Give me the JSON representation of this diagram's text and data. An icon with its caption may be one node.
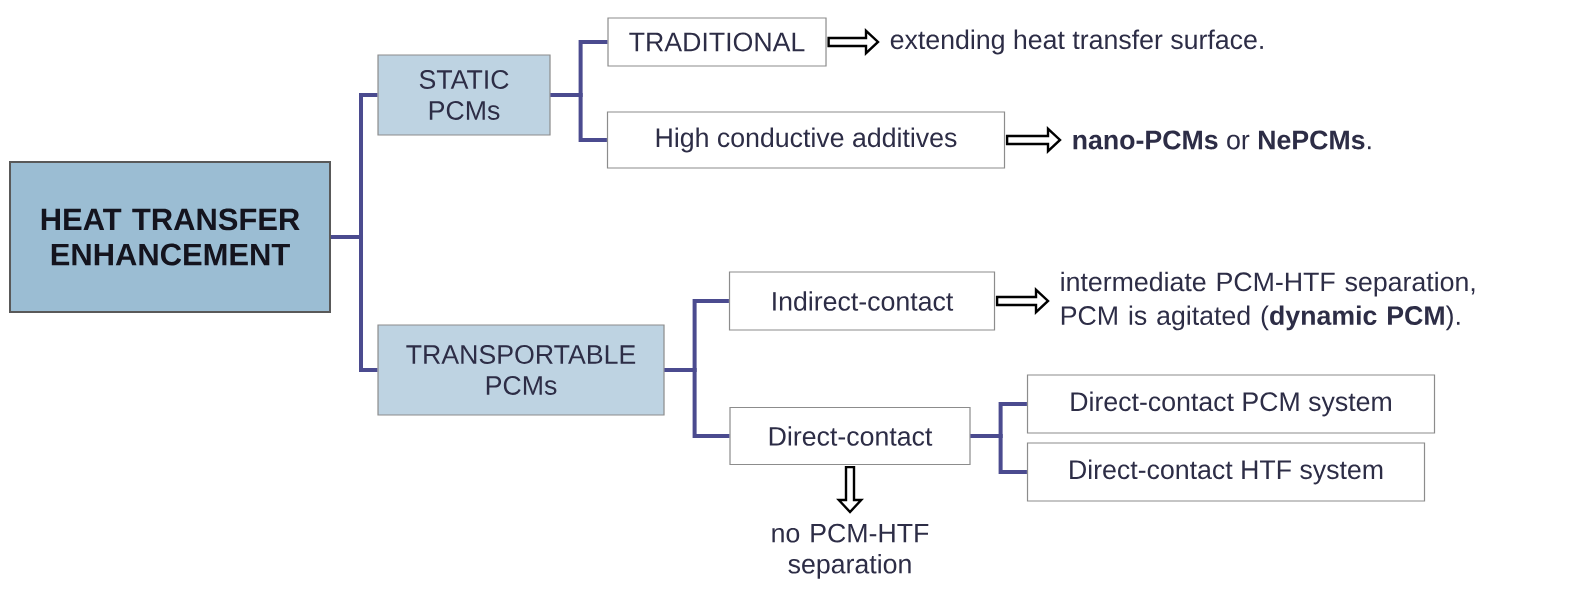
{
  "diagram": {
    "nodes": [
      {
        "text": [
          "HEAT TRANSFER ENHANCEMENT"
        ]
      },
      {
        "text": [
          "STATIC PCMs"
        ]
      },
      {
        "text": [
          "TRADITIONAL"
        ]
      },
      {
        "text": [
          "High conductive additives"
        ]
      },
      {
        "text": [
          "TRANSPORTABLE PCMs"
        ]
      },
      {
        "text": [
          "Indirect-contact"
        ]
      },
      {
        "text": [
          "Direct-contact"
        ]
      },
      {
        "text": [
          "Direct-contact PCM system"
        ]
      },
      {
        "text": [
          "Direct-contact HTF system"
        ]
      },
      {
        "text": [
          "extending heat transfer surface."
        ]
      },
      {
        "text": [
          "**nano-PCMs** or **NePCMs**."
        ]
      },
      {
        "text": [
          "intermediate PCM-HTF separation, PCM is agitated (**dynamic PCM**)."
        ]
      },
      {
        "text": [
          "no PCM-HTF separation"
        ]
      }
    ],
    "edges": [
      {
        "from": 0,
        "to": 1,
        "arrow": "none"
      },
      {
        "from": 0,
        "to": 4,
        "arrow": "none"
      },
      {
        "from": 1,
        "to": 2,
        "arrow": "none"
      },
      {
        "from": 1,
        "to": 3,
        "arrow": "none"
      },
      {
        "from": 4,
        "to": 5,
        "arrow": "none"
      },
      {
        "from": 4,
        "to": 6,
        "arrow": "none"
      },
      {
        "from": 6,
        "to": 7,
        "arrow": "none"
      },
      {
        "from": 6,
        "to": 8,
        "arrow": "none"
      },
      {
        "from": 2,
        "to": 9,
        "arrow": "to",
        "color": "#000000"
      },
      {
        "from": 3,
        "to": 10,
        "arrow": "to",
        "color": "#000000"
      },
      {
        "from": 5,
        "to": 11,
        "arrow": "to",
        "color": "#000000"
      },
      {
        "from": 6,
        "to": 12,
        "arrow": "to",
        "color": "#000000"
      }
    ]
  }
}
